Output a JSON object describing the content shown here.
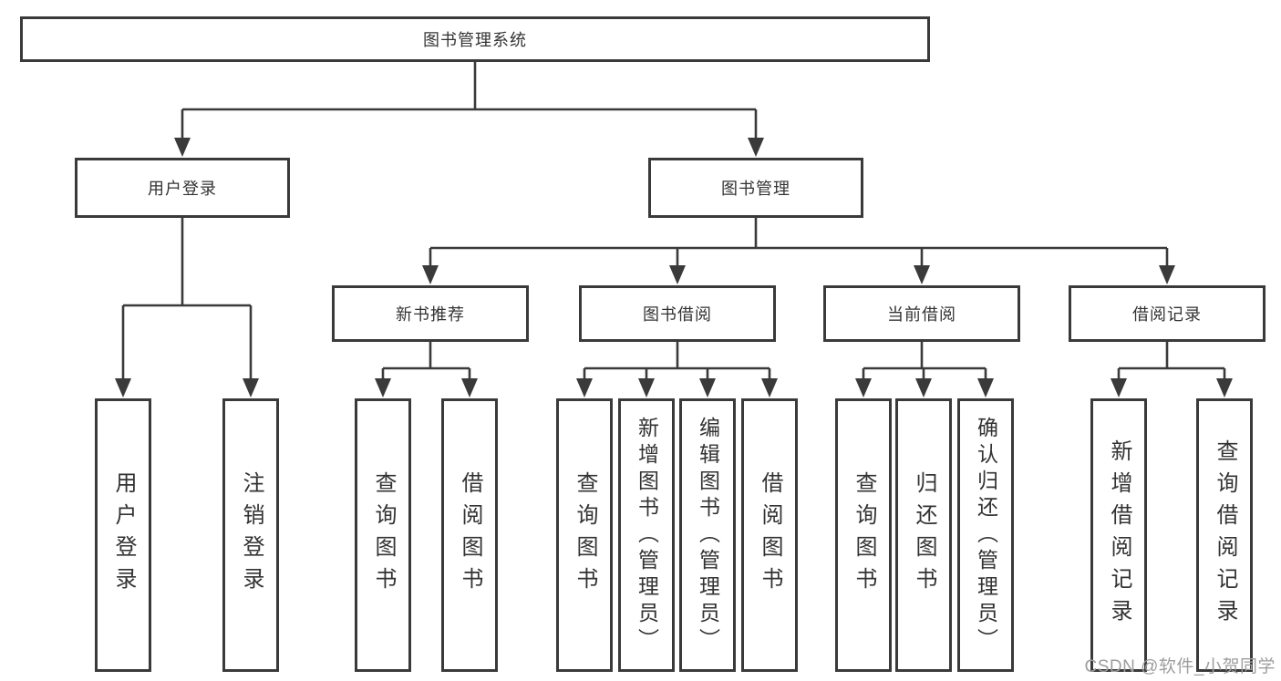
{
  "colors": {
    "line": "#3a3a3a",
    "box_border": "#3a3a3a",
    "text": "#333333",
    "watermark": "#9e9e9e",
    "background": "#ffffff"
  },
  "tree": {
    "root": {
      "label": "图书管理系统"
    },
    "branches": [
      {
        "label": "用户登录",
        "children": [
          {
            "label": "用户登录"
          },
          {
            "label": "注销登录"
          }
        ]
      },
      {
        "label": "图书管理",
        "children": [
          {
            "label": "新书推荐",
            "children": [
              {
                "label": "查询图书"
              },
              {
                "label": "借阅图书"
              }
            ]
          },
          {
            "label": "图书借阅",
            "children": [
              {
                "label": "查询图书"
              },
              {
                "label": "新增图书（管理员）"
              },
              {
                "label": "编辑图书（管理员）"
              },
              {
                "label": "借阅图书"
              }
            ]
          },
          {
            "label": "当前借阅",
            "children": [
              {
                "label": "查询图书"
              },
              {
                "label": "归还图书"
              },
              {
                "label": "确认归还（管理员）"
              }
            ]
          },
          {
            "label": "借阅记录",
            "children": [
              {
                "label": "新增借阅记录"
              },
              {
                "label": "查询借阅记录"
              }
            ]
          }
        ]
      }
    ]
  },
  "watermark": {
    "text": "CSDN @软件_小贺同学"
  }
}
